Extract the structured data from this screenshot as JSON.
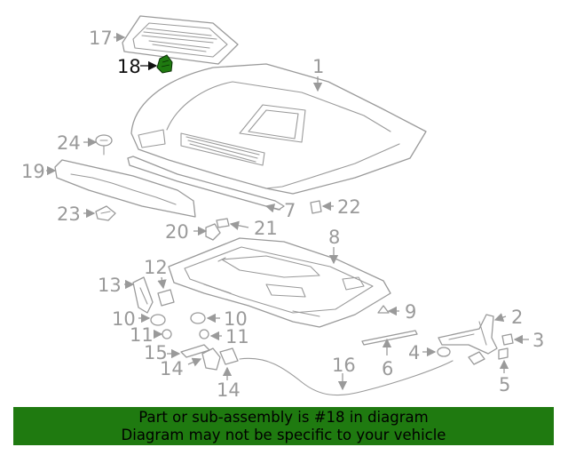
{
  "banner": {
    "line1": "Part or sub-assembly is #18 in diagram",
    "line2": "Diagram may not be specific to your vehicle"
  },
  "highlight_color": "#1f7a10",
  "callouts": {
    "c1": "1",
    "c2": "2",
    "c3": "3",
    "c4": "4",
    "c5": "5",
    "c6": "6",
    "c7": "7",
    "c8": "8",
    "c9": "9",
    "c10a": "10",
    "c10b": "10",
    "c11a": "11",
    "c11b": "11",
    "c12": "12",
    "c13": "13",
    "c14a": "14",
    "c14b": "14",
    "c15": "15",
    "c16": "16",
    "c17": "17",
    "c18": "18",
    "c19": "19",
    "c20": "20",
    "c21": "21",
    "c22": "22",
    "c23": "23",
    "c24": "24"
  }
}
